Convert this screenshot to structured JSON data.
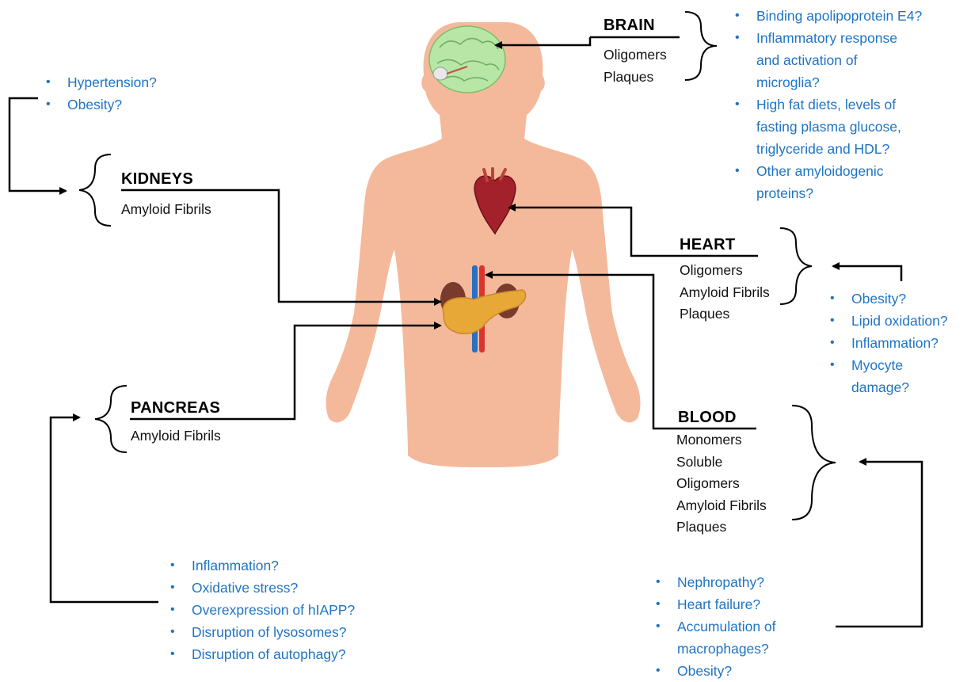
{
  "organs": {
    "brain": {
      "label": "BRAIN",
      "forms": [
        "Oligomers",
        "Plaques"
      ],
      "factors": [
        "Binding apolipoprotein E4?",
        "Inflammatory response",
        "and activation of",
        "microglia?",
        "High fat diets, levels of",
        "fasting plasma glucose,",
        "triglyceride and HDL?",
        "Other amyloidogenic",
        "proteins?"
      ]
    },
    "kidneys": {
      "label": "KIDNEYS",
      "forms": [
        "Amyloid Fibrils"
      ],
      "factors": [
        "Hypertension?",
        "Obesity?"
      ]
    },
    "heart": {
      "label": "HEART",
      "forms": [
        "Oligomers",
        "Amyloid Fibrils",
        "Plaques"
      ],
      "factors": [
        "Obesity?",
        "Lipid oxidation?",
        "Inflammation?",
        "Myocyte",
        "damage?"
      ]
    },
    "pancreas": {
      "label": "PANCREAS",
      "forms": [
        "Amyloid Fibrils"
      ],
      "factors": [
        "Inflammation?",
        "Oxidative stress?",
        "Overexpression of hIAPP?",
        "Disruption of lysosomes?",
        "Disruption of autophagy?"
      ]
    },
    "blood": {
      "label": "BLOOD",
      "forms": [
        "Monomers",
        "Soluble",
        "Oligomers",
        "Amyloid Fibrils",
        "Plaques"
      ],
      "factors": [
        "Nephropathy?",
        "Heart failure?",
        "Accumulation of",
        "macrophages?",
        "Obesity?"
      ]
    }
  },
  "colors": {
    "factor_text": "#1f74c4",
    "skin": "#f4b99b",
    "brain": "#b7e6a6",
    "heart": "#a3212b",
    "kidney": "#7a3a2c",
    "pancreas": "#e8a838",
    "artery": "#d9352e",
    "vein": "#2b6fc0"
  }
}
